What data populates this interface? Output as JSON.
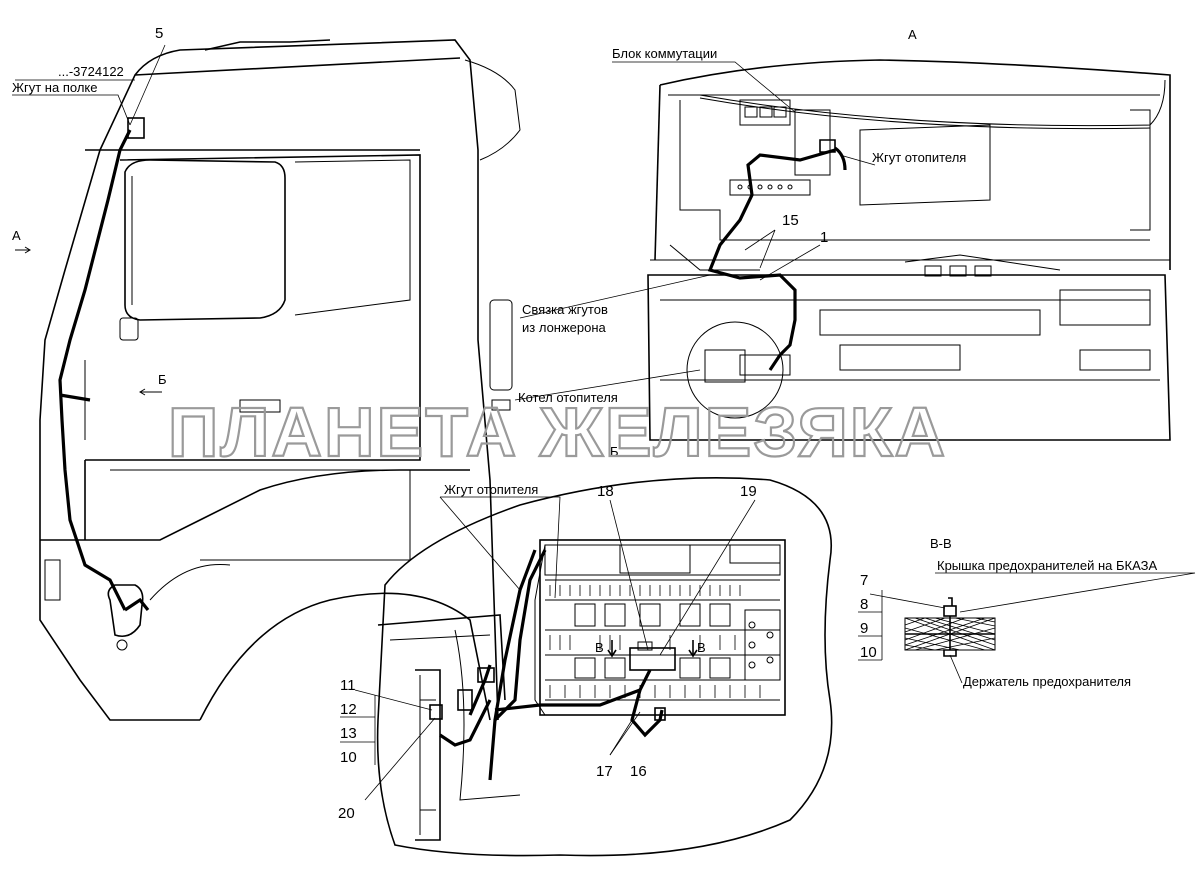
{
  "labels": {
    "part_number": "...-3724122",
    "harness_shelf": "Жгут на полке",
    "view_a_left": "А",
    "view_a_right": "А",
    "switch_block": "Блок коммутации",
    "heater_harness_top": "Жгут отопителя",
    "harness_bundle_line1": "Связка жгутов",
    "harness_bundle_line2": "из лонжерона",
    "heater_boiler": "Котел отопителя",
    "view_b_left": "Б",
    "view_b_title": "Б",
    "heater_harness_bottom": "Жгут отопителя",
    "section_vv": "В-В",
    "fuse_cover": "Крышка предохранителей на БКАЗА",
    "fuse_holder": "Держатель предохранителя",
    "section_mark_left": "В",
    "section_mark_right": "В"
  },
  "callouts": {
    "n5": "5",
    "n15": "15",
    "n1": "1",
    "n18": "18",
    "n19": "19",
    "n11": "11",
    "n12": "12",
    "n13": "13",
    "n10a": "10",
    "n20": "20",
    "n17": "17",
    "n16": "16",
    "n7": "7",
    "n8": "8",
    "n9": "9",
    "n10b": "10"
  },
  "watermark": "ПЛАНЕТА ЖЕЛЕЗЯКА"
}
